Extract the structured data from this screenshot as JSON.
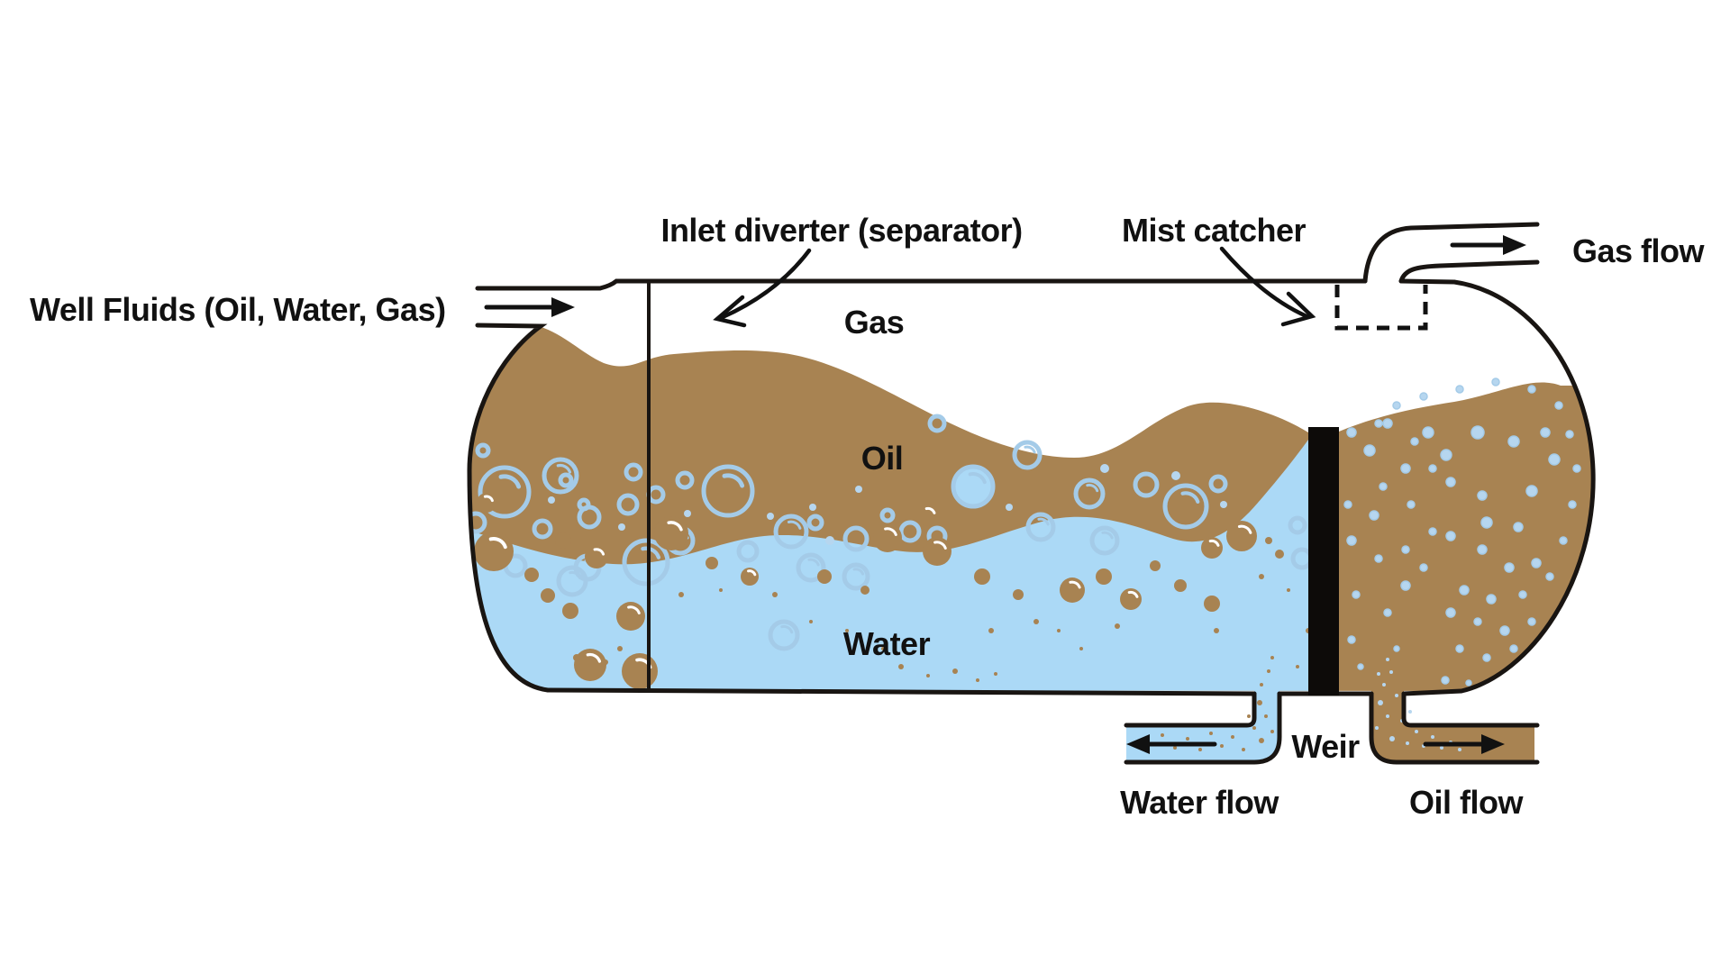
{
  "labels": {
    "well_fluids": "Well Fluids (Oil, Water, Gas)",
    "inlet_diverter": "Inlet diverter (separator)",
    "mist_catcher": "Mist catcher",
    "gas_flow": "Gas flow",
    "gas": "Gas",
    "oil": "Oil",
    "water": "Water",
    "weir": "Weir",
    "water_flow": "Water flow",
    "oil_flow": "Oil flow"
  },
  "colors": {
    "oil": "#a88352",
    "water": "#abd9f6",
    "line": "#191512",
    "bubble_stroke": "#a4cbe8",
    "speckle": "#b6d6ef",
    "highlight": "#ffffff"
  },
  "bubbles": {
    "oil_outline": [
      [
        560,
        546,
        27
      ],
      [
        622,
        528,
        18
      ],
      [
        602,
        587,
        9
      ],
      [
        654,
        574,
        11
      ],
      [
        703,
        524,
        8
      ],
      [
        717,
        624,
        24
      ],
      [
        760,
        533,
        8
      ],
      [
        728,
        549,
        8
      ],
      [
        697,
        560,
        10
      ],
      [
        808,
        545,
        27
      ],
      [
        878,
        590,
        17
      ],
      [
        905,
        580,
        7
      ],
      [
        950,
        598,
        12
      ],
      [
        1010,
        590,
        10
      ],
      [
        985,
        572,
        6
      ],
      [
        1040,
        470,
        8
      ],
      [
        1080,
        540,
        22,
        1
      ],
      [
        1140,
        505,
        14
      ],
      [
        1040,
        595,
        9
      ],
      [
        1155,
        585,
        14
      ],
      [
        1209,
        548,
        15
      ],
      [
        1272,
        538,
        12
      ],
      [
        1316,
        562,
        23
      ],
      [
        1352,
        537,
        8
      ],
      [
        648,
        560,
        5
      ],
      [
        628,
        533,
        6
      ],
      [
        870,
        705,
        15
      ],
      [
        950,
        640,
        13
      ],
      [
        900,
        630,
        14
      ],
      [
        652,
        630,
        13
      ],
      [
        1440,
        583,
        8
      ],
      [
        1445,
        620,
        10
      ],
      [
        528,
        580,
        10
      ],
      [
        755,
        600,
        14
      ],
      [
        830,
        612,
        10
      ],
      [
        572,
        628,
        11
      ],
      [
        635,
        645,
        15
      ],
      [
        1226,
        600,
        14
      ],
      [
        536,
        500,
        6
      ]
    ],
    "oil_dots": [
      [
        855,
        573,
        4
      ],
      [
        902,
        563,
        4
      ],
      [
        953,
        543,
        4
      ],
      [
        921,
        600,
        5
      ],
      [
        988,
        600,
        4
      ],
      [
        1120,
        563,
        4
      ],
      [
        1226,
        520,
        5
      ],
      [
        763,
        570,
        4
      ],
      [
        690,
        585,
        4
      ],
      [
        1305,
        528,
        5
      ],
      [
        1358,
        560,
        4
      ],
      [
        612,
        555,
        4
      ]
    ],
    "water_brown": [
      [
        495,
        575,
        16
      ],
      [
        540,
        558,
        11
      ],
      [
        548,
        612,
        22
      ],
      [
        625,
        600,
        9
      ],
      [
        662,
        618,
        13
      ],
      [
        700,
        684,
        16
      ],
      [
        655,
        738,
        18
      ],
      [
        710,
        745,
        20
      ],
      [
        745,
        592,
        19
      ],
      [
        790,
        625,
        7
      ],
      [
        832,
        640,
        10
      ],
      [
        915,
        640,
        8
      ],
      [
        985,
        597,
        16
      ],
      [
        1030,
        572,
        12
      ],
      [
        1040,
        612,
        16
      ],
      [
        1090,
        640,
        9
      ],
      [
        1190,
        655,
        14
      ],
      [
        1225,
        640,
        9
      ],
      [
        1255,
        665,
        12
      ],
      [
        1310,
        650,
        7
      ],
      [
        1345,
        670,
        9
      ],
      [
        1378,
        595,
        17
      ],
      [
        1345,
        608,
        12
      ],
      [
        633,
        678,
        9
      ],
      [
        590,
        638,
        8
      ],
      [
        1130,
        660,
        6
      ],
      [
        960,
        655,
        5
      ],
      [
        1282,
        628,
        6
      ],
      [
        608,
        661,
        8
      ],
      [
        1408,
        600,
        4
      ],
      [
        1420,
        615,
        5
      ]
    ],
    "water_dots": [
      [
        610,
        660,
        3
      ],
      [
        640,
        730,
        4
      ],
      [
        672,
        735,
        3
      ],
      [
        688,
        720,
        3
      ],
      [
        756,
        660,
        3
      ],
      [
        800,
        655,
        2
      ],
      [
        860,
        660,
        3
      ],
      [
        1000,
        740,
        3
      ],
      [
        1030,
        750,
        2
      ],
      [
        1060,
        745,
        3
      ],
      [
        1085,
        755,
        2
      ],
      [
        1105,
        748,
        2
      ],
      [
        940,
        700,
        2
      ],
      [
        980,
        720,
        2
      ],
      [
        1150,
        690,
        3
      ],
      [
        1175,
        700,
        2
      ],
      [
        1240,
        695,
        3
      ],
      [
        1350,
        700,
        3
      ],
      [
        1400,
        640,
        3
      ],
      [
        1430,
        655,
        2
      ],
      [
        1452,
        700,
        3
      ],
      [
        1440,
        740,
        2
      ],
      [
        1100,
        700,
        3
      ],
      [
        1200,
        720,
        2
      ],
      [
        900,
        690,
        2
      ]
    ],
    "right_speckles": [
      [
        1500,
        480,
        5
      ],
      [
        1520,
        500,
        6
      ],
      [
        1540,
        470,
        5
      ],
      [
        1560,
        520,
        5
      ],
      [
        1585,
        480,
        6
      ],
      [
        1605,
        505,
        6
      ],
      [
        1610,
        535,
        5
      ],
      [
        1640,
        480,
        7
      ],
      [
        1645,
        550,
        5
      ],
      [
        1680,
        490,
        6
      ],
      [
        1715,
        480,
        5
      ],
      [
        1725,
        510,
        6
      ],
      [
        1700,
        545,
        6
      ],
      [
        1650,
        580,
        6
      ],
      [
        1610,
        595,
        5
      ],
      [
        1685,
        585,
        5
      ],
      [
        1645,
        610,
        5
      ],
      [
        1675,
        630,
        5
      ],
      [
        1705,
        625,
        5
      ],
      [
        1625,
        655,
        5
      ],
      [
        1655,
        665,
        5
      ],
      [
        1690,
        660,
        4
      ],
      [
        1610,
        680,
        5
      ],
      [
        1640,
        690,
        4
      ],
      [
        1670,
        700,
        5
      ],
      [
        1700,
        690,
        4
      ],
      [
        1620,
        720,
        4
      ],
      [
        1650,
        730,
        4
      ],
      [
        1680,
        720,
        4
      ],
      [
        1604,
        755,
        4
      ],
      [
        1630,
        758,
        3
      ],
      [
        1560,
        650,
        5
      ],
      [
        1496,
        560,
        4
      ],
      [
        1500,
        600,
        5
      ],
      [
        1505,
        660,
        4
      ],
      [
        1500,
        710,
        4
      ],
      [
        1510,
        740,
        3
      ],
      [
        1525,
        572,
        5
      ],
      [
        1530,
        620,
        4
      ],
      [
        1540,
        680,
        4
      ],
      [
        1550,
        720,
        3
      ],
      [
        1530,
        470,
        4
      ],
      [
        1550,
        450,
        4
      ],
      [
        1580,
        440,
        4
      ],
      [
        1620,
        432,
        4
      ],
      [
        1660,
        424,
        4
      ],
      [
        1700,
        432,
        4
      ],
      [
        1730,
        450,
        4
      ],
      [
        1742,
        482,
        4
      ],
      [
        1750,
        520,
        4
      ],
      [
        1745,
        560,
        4
      ],
      [
        1735,
        600,
        4
      ],
      [
        1720,
        640,
        4
      ],
      [
        1570,
        490,
        4
      ],
      [
        1590,
        520,
        4
      ],
      [
        1535,
        540,
        4
      ],
      [
        1566,
        560,
        4
      ],
      [
        1590,
        590,
        4
      ],
      [
        1560,
        610,
        4
      ],
      [
        1580,
        630,
        4
      ]
    ],
    "water_pipe_dots": [
      [
        1398,
        780,
        3
      ],
      [
        1405,
        795,
        2
      ],
      [
        1392,
        808,
        2
      ],
      [
        1400,
        822,
        3
      ],
      [
        1380,
        832,
        2
      ],
      [
        1368,
        818,
        2
      ],
      [
        1356,
        828,
        2
      ],
      [
        1344,
        814,
        2
      ],
      [
        1332,
        832,
        2
      ],
      [
        1318,
        820,
        2
      ],
      [
        1304,
        830,
        2
      ],
      [
        1290,
        816,
        2
      ],
      [
        1276,
        826,
        2
      ],
      [
        1400,
        760,
        2
      ],
      [
        1408,
        745,
        2
      ],
      [
        1412,
        730,
        2
      ],
      [
        1386,
        795,
        2
      ],
      [
        1412,
        812,
        2
      ]
    ],
    "oil_pipe_dots": [
      [
        1532,
        780,
        3
      ],
      [
        1540,
        795,
        2
      ],
      [
        1528,
        808,
        2
      ],
      [
        1545,
        820,
        3
      ],
      [
        1556,
        800,
        2
      ],
      [
        1562,
        825,
        2
      ],
      [
        1572,
        812,
        2
      ],
      [
        1580,
        828,
        2
      ],
      [
        1590,
        818,
        2
      ],
      [
        1600,
        830,
        2
      ],
      [
        1536,
        760,
        2
      ],
      [
        1530,
        748,
        2
      ],
      [
        1544,
        746,
        2
      ],
      [
        1540,
        732,
        2
      ],
      [
        1610,
        824,
        2
      ],
      [
        1620,
        832,
        2
      ],
      [
        1550,
        772,
        2
      ],
      [
        1565,
        790,
        2
      ]
    ]
  }
}
